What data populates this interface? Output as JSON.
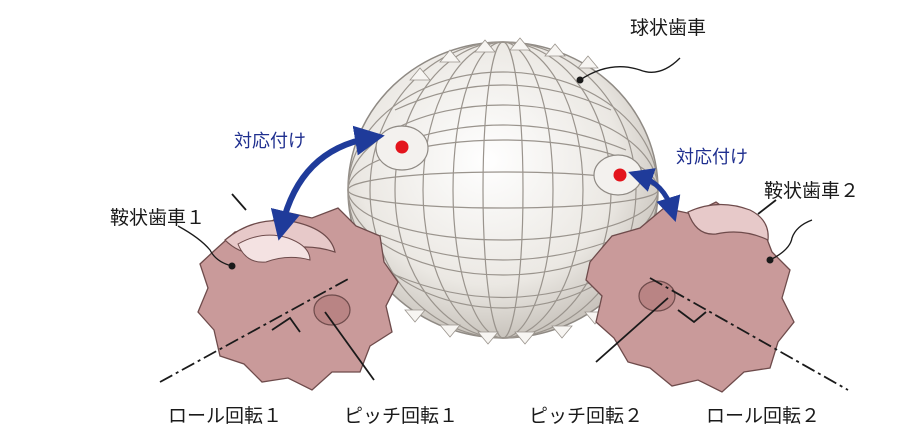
{
  "labels": {
    "spherical_gear": "球状歯車",
    "correspondence_left": "対応付け",
    "correspondence_right": "対応付け",
    "saddle_gear_1": "鞍状歯車１",
    "saddle_gear_2": "鞍状歯車２",
    "roll_rotation_1": "ロール回転１",
    "pitch_rotation_1": "ピッチ回転１",
    "pitch_rotation_2": "ピッチ回転２",
    "roll_rotation_2": "ロール回転２"
  },
  "colors": {
    "gear_body": "#c99a9a",
    "gear_light": "#e7c9c9",
    "sphere_fill": "#ece9e4",
    "sphere_line": "#8f8a84",
    "arrow": "#1f3b9a",
    "contact_dot": "#e3141c",
    "text_blue": "#1f2f8f"
  }
}
